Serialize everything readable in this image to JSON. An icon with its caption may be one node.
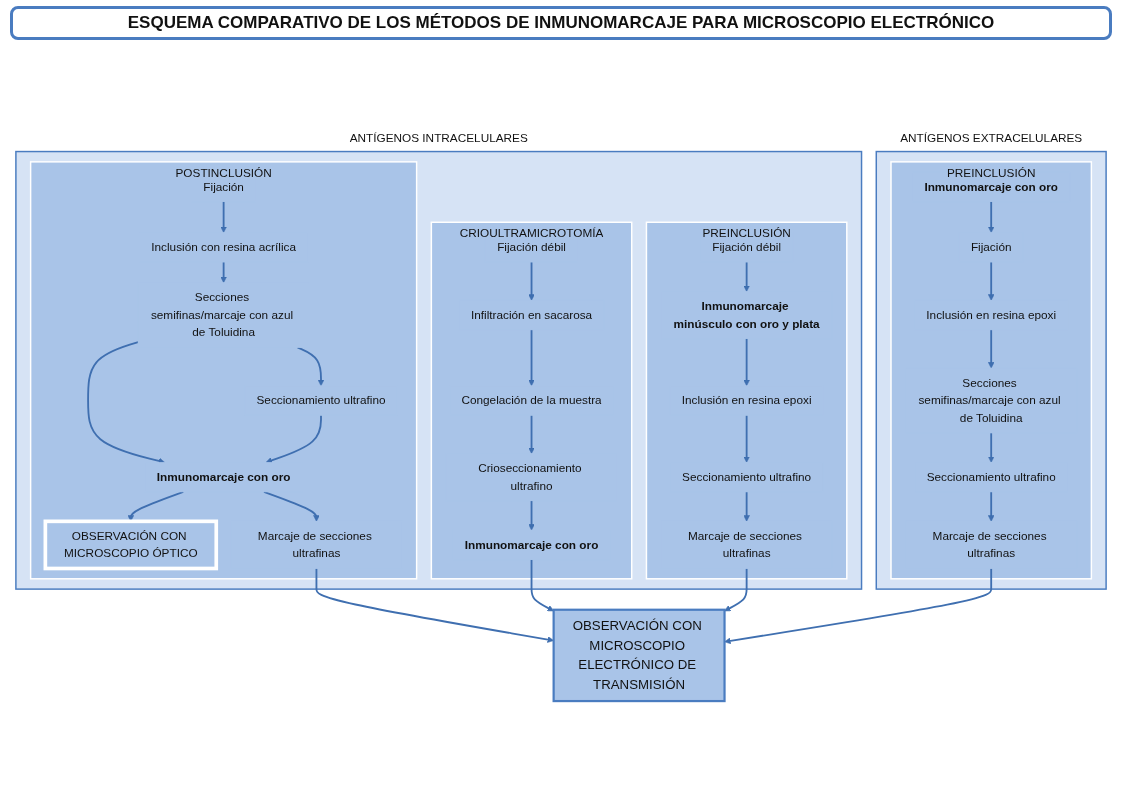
{
  "diagram": {
    "title": "ESQUEMA COMPARATIVO DE LOS MÉTODOS DE INMUNOMARCAJE PARA MICROSCOPIO ELECTRÓNICO",
    "nodes": [
      {
        "text": [
          "ANTÍGENOS INTRACELULARES"
        ]
      },
      {
        "text": [
          "POSTINCLUSIÓN"
        ],
        "in": 0
      },
      {
        "text": [
          "Fijación"
        ],
        "in": 1
      },
      {
        "text": [
          "Inclusión con resina acrílica"
        ],
        "in": 1
      },
      {
        "text": [
          "Secciones semifinas/marcaje con azul de Toluidina"
        ],
        "in": 1
      },
      {
        "text": [
          "Seccionamiento ultrafino"
        ],
        "in": 1
      },
      {
        "text": [
          "Inmunomarcaje con oro"
        ],
        "in": 1
      },
      {
        "text": [
          "OBSERVACIÓN CON MICROSCOPIO ÓPTICO"
        ],
        "in": 1
      },
      {
        "text": [
          "Marcaje de secciones ultrafinas"
        ],
        "in": 1
      },
      {
        "text": [
          "CRIOULTRAMICROTOMÍA"
        ],
        "in": 0
      },
      {
        "text": [
          "Fijación débil"
        ],
        "in": 9
      },
      {
        "text": [
          "Infiltración en sacarosa"
        ],
        "in": 9
      },
      {
        "text": [
          "Congelación de la muestra"
        ],
        "in": 9
      },
      {
        "text": [
          "Crioseccionamiento ultrafino"
        ],
        "in": 9
      },
      {
        "text": [
          "Inmunomarcaje con oro"
        ],
        "in": 9
      },
      {
        "text": [
          "PREINCLUSIÓN"
        ],
        "in": 0
      },
      {
        "text": [
          "Fijación débil"
        ],
        "in": 15
      },
      {
        "text": [
          "Inmunomarcaje minúsculo con oro y plata"
        ],
        "in": 15
      },
      {
        "text": [
          "Inclusión en resina epoxi"
        ],
        "in": 15
      },
      {
        "text": [
          "Seccionamiento ultrafino"
        ],
        "in": 15
      },
      {
        "text": [
          "Marcaje de secciones ultrafinas"
        ],
        "in": 15
      },
      {
        "text": [
          "ANTÍGENOS EXTRACELULARES"
        ]
      },
      {
        "text": [
          "PREINCLUSIÓN"
        ],
        "in": 21
      },
      {
        "text": [
          "Inmunomarcaje con oro"
        ],
        "in": 22
      },
      {
        "text": [
          "Fijación"
        ],
        "in": 22
      },
      {
        "text": [
          "Inclusión en resina epoxi"
        ],
        "in": 22
      },
      {
        "text": [
          "Secciones semifinas/marcaje con azul de Toluidina"
        ],
        "in": 22
      },
      {
        "text": [
          "Seccionamiento ultrafino"
        ],
        "in": 22
      },
      {
        "text": [
          "Marcaje de secciones ultrafinas"
        ],
        "in": 22
      },
      {
        "text": [
          "OBSERVACIÓN CON MICROSCOPIO ELECTRÓNICO DE TRANSMISIÓN"
        ]
      }
    ],
    "edges": [
      {
        "from": 2,
        "to": 3,
        "arrow": "to"
      },
      {
        "from": 3,
        "to": 4,
        "arrow": "to"
      },
      {
        "from": 4,
        "to": 6,
        "arrow": "to"
      },
      {
        "from": 4,
        "to": 5,
        "arrow": "to"
      },
      {
        "from": 5,
        "to": 6,
        "arrow": "to"
      },
      {
        "from": 6,
        "to": 7,
        "arrow": "to"
      },
      {
        "from": 6,
        "to": 8,
        "arrow": "to"
      },
      {
        "from": 8,
        "to": 29,
        "arrow": "to"
      },
      {
        "from": 10,
        "to": 11,
        "arrow": "to"
      },
      {
        "from": 11,
        "to": 12,
        "arrow": "to"
      },
      {
        "from": 12,
        "to": 13,
        "arrow": "to"
      },
      {
        "from": 13,
        "to": 14,
        "arrow": "to"
      },
      {
        "from": 14,
        "to": 29,
        "arrow": "to"
      },
      {
        "from": 16,
        "to": 17,
        "arrow": "to"
      },
      {
        "from": 17,
        "to": 18,
        "arrow": "to"
      },
      {
        "from": 18,
        "to": 19,
        "arrow": "to"
      },
      {
        "from": 19,
        "to": 20,
        "arrow": "to"
      },
      {
        "from": 20,
        "to": 29,
        "arrow": "to"
      },
      {
        "from": 23,
        "to": 24,
        "arrow": "to"
      },
      {
        "from": 24,
        "to": 25,
        "arrow": "to"
      },
      {
        "from": 25,
        "to": 26,
        "arrow": "to"
      },
      {
        "from": 26,
        "to": 27,
        "arrow": "to"
      },
      {
        "from": 27,
        "to": 28,
        "arrow": "to"
      },
      {
        "from": 28,
        "to": 29,
        "arrow": "to"
      }
    ]
  }
}
